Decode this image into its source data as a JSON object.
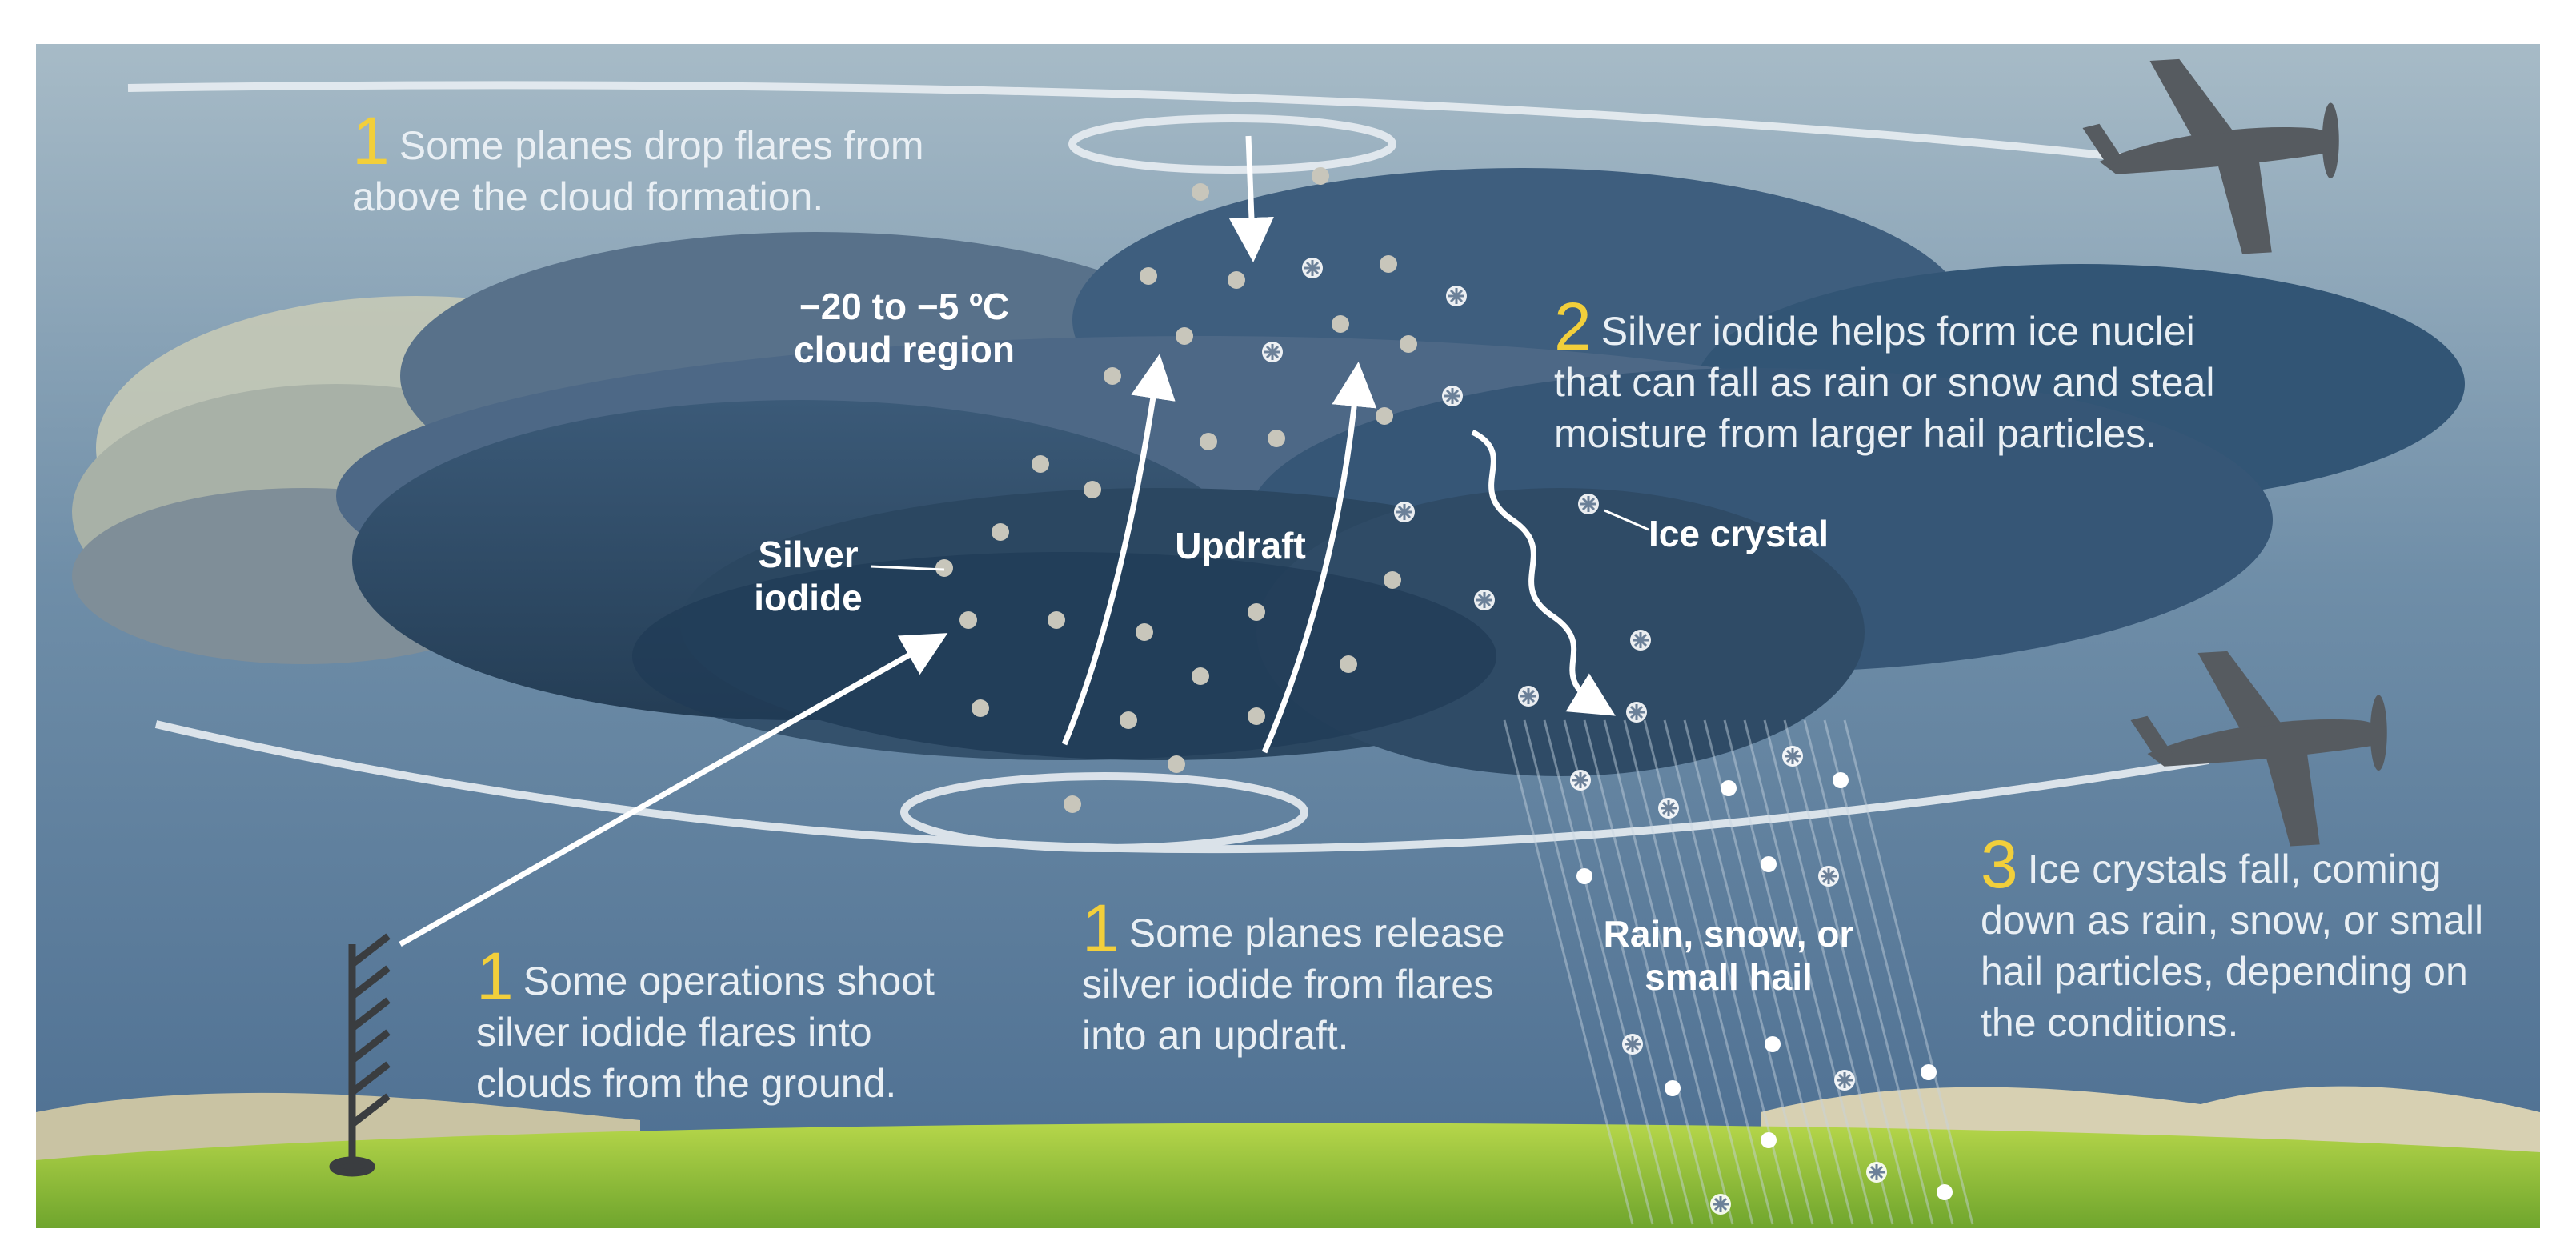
{
  "steps": {
    "top": {
      "number": "1",
      "line1": "Some planes drop flares from",
      "line2": "above the cloud formation."
    },
    "nuclei": {
      "number": "2",
      "line1": "Silver iodide helps form ice nuclei",
      "line2": "that can fall as rain or snow and steal",
      "line3": "moisture from larger hail particles."
    },
    "ground": {
      "number": "1",
      "line1": "Some operations shoot",
      "line2": "silver iodide flares into",
      "line3": "clouds from the ground."
    },
    "updraft": {
      "number": "1",
      "line1": "Some planes release",
      "line2": "silver iodide from flares",
      "line3": "into an updraft."
    },
    "fall": {
      "number": "3",
      "line1": "Ice crystals fall, coming",
      "line2": "down as rain, snow, or small",
      "line3": "hail particles, depending on",
      "line4": "the conditions."
    }
  },
  "labels": {
    "cloud_region_line1": "−20 to −5 ºC",
    "cloud_region_line2": "cloud region",
    "silver_iodide_line1": "Silver",
    "silver_iodide_line2": "iodide",
    "updraft": "Updraft",
    "ice_crystal": "Ice crystal",
    "precip_line1": "Rain, snow, or",
    "precip_line2": "small hail"
  },
  "icons": [
    "airplane-icon",
    "snowflake-icon",
    "flare-launcher-icon"
  ],
  "colors": {
    "sky_top": "#9fb6c4",
    "sky_bottom": "#4d6f92",
    "cloud_dark": "#2c4660",
    "cloud_mid": "#3f5d7a",
    "accent_number": "#f2cf3b",
    "grass": "#8fc23c",
    "plane": "#555a5e",
    "text": "#e9eff4"
  }
}
